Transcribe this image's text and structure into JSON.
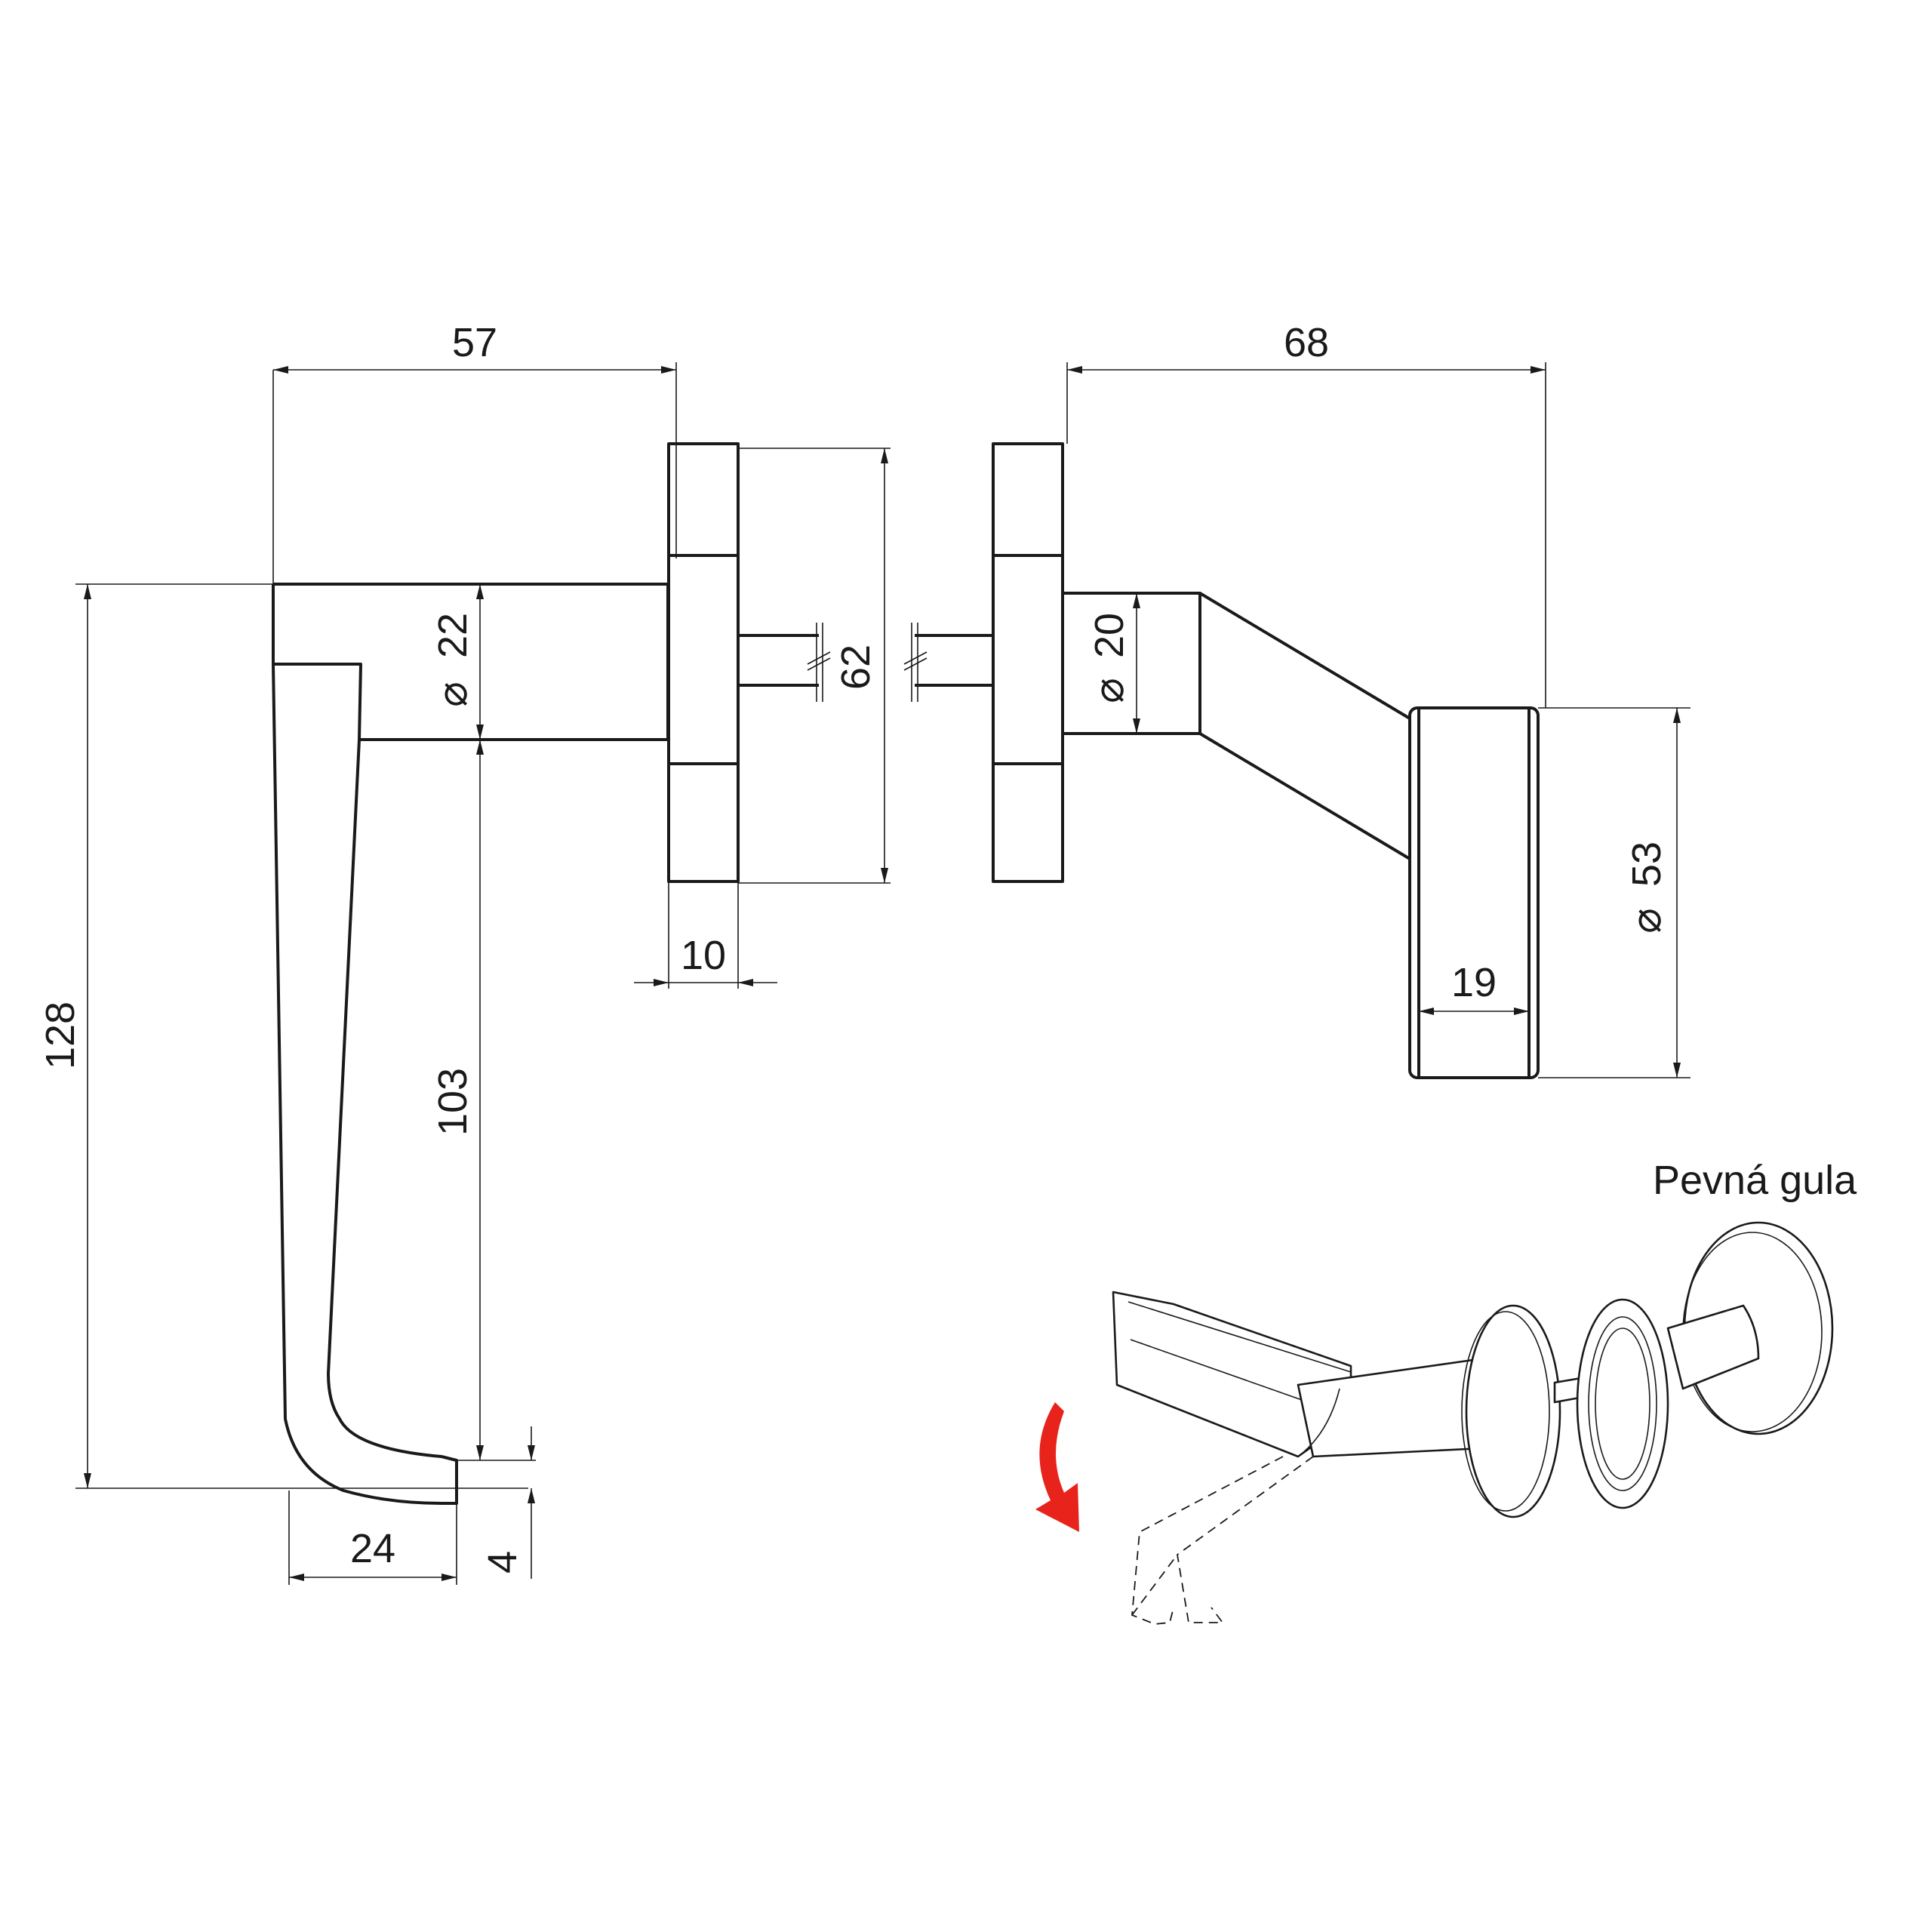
{
  "dimensions": {
    "d57": "57",
    "d68": "68",
    "d62": "62",
    "d22": "22",
    "d20": "20",
    "d53": "53",
    "d10": "10",
    "d19": "19",
    "d128": "128",
    "d103": "103",
    "d24": "24",
    "d4": "4",
    "diameter_symbol": "⌀"
  },
  "labels": {
    "fixed_knob": "Pevná gula"
  },
  "colors": {
    "line": "#1a1a1a",
    "arrow": "#e8231c",
    "background": "#ffffff"
  },
  "icons": {
    "rotation_arrow": "curved-arrow-down-icon"
  }
}
